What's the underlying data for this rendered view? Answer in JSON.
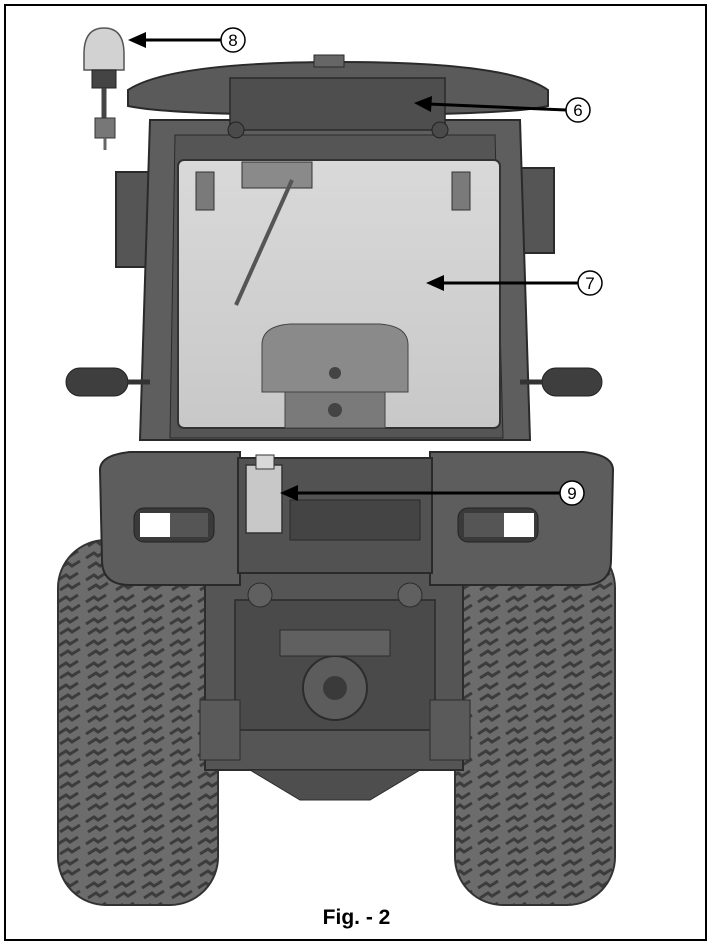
{
  "figure": {
    "caption": "Fig. - 2",
    "callouts": [
      {
        "id": "8",
        "label": "8"
      },
      {
        "id": "6",
        "label": "6"
      },
      {
        "id": "7",
        "label": "7"
      },
      {
        "id": "9",
        "label": "9"
      }
    ]
  },
  "colors": {
    "body": "#5a5a5a",
    "dark": "#3a3a3a",
    "glass": "#cfcfcf",
    "tyre": "#6a6a6a",
    "line": "#000000"
  },
  "icons": [
    "beacon-icon",
    "mirror-icon",
    "tail-light-icon",
    "wheel-icon"
  ]
}
